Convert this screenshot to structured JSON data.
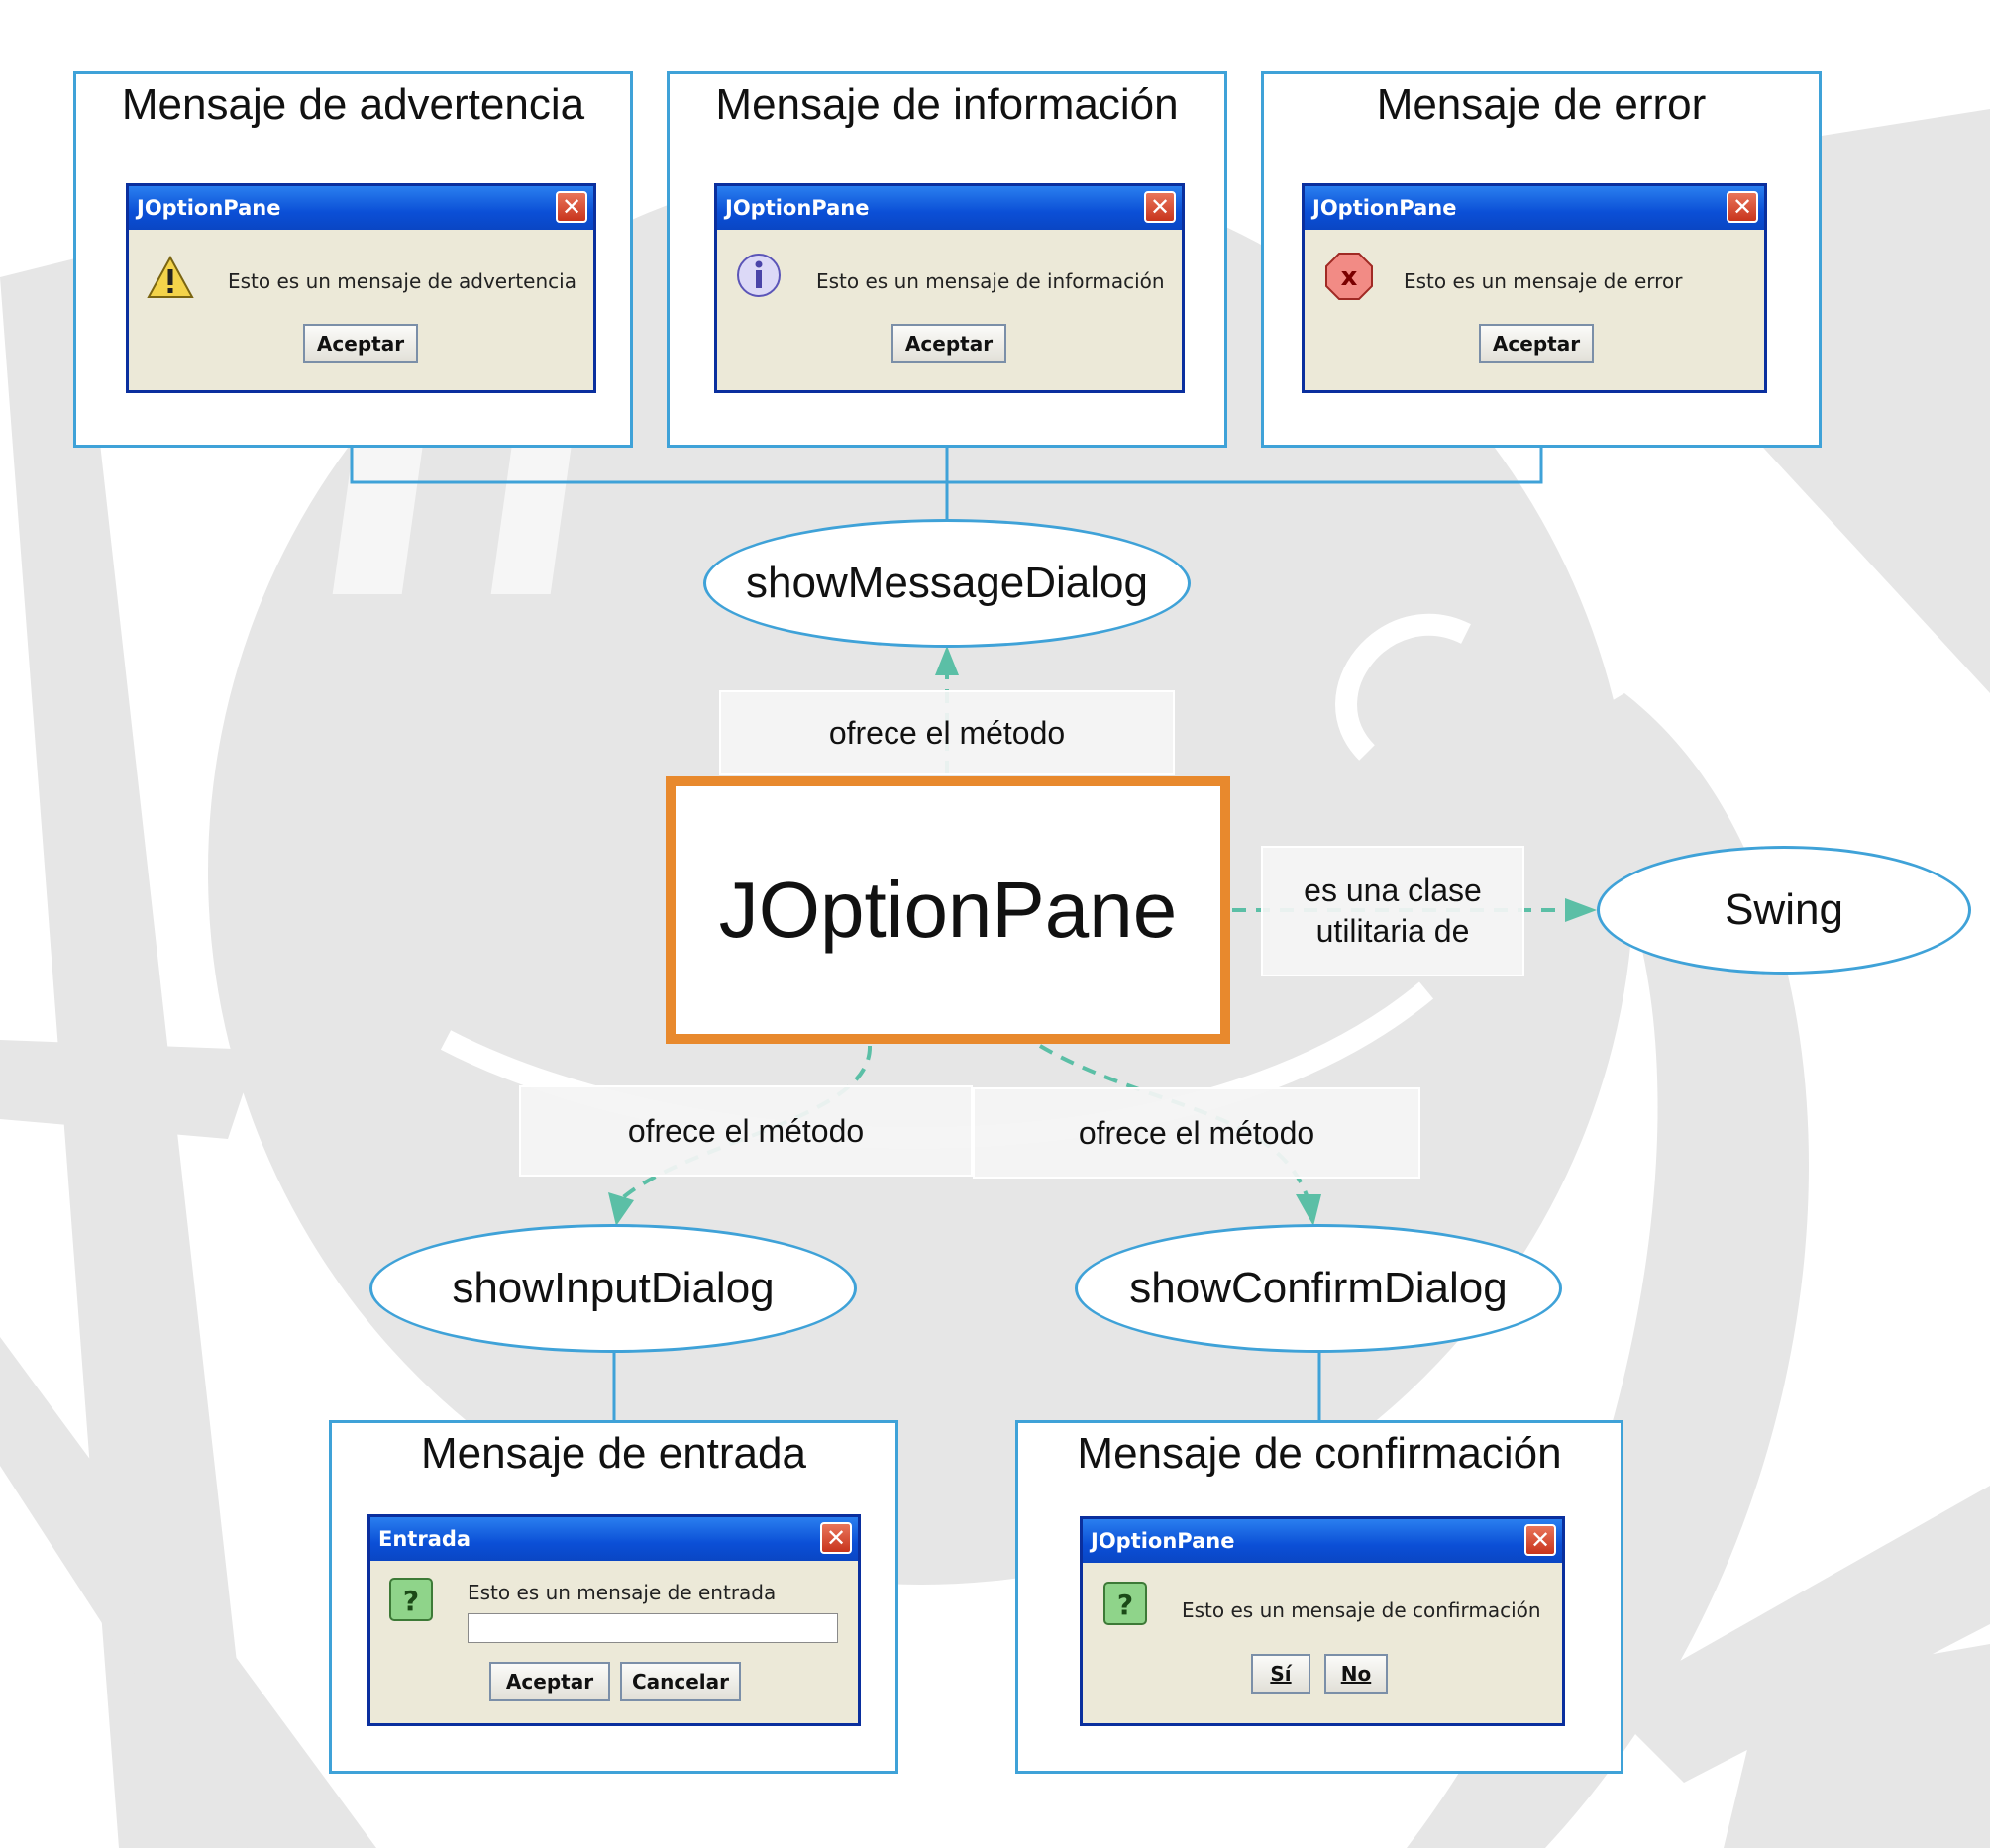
{
  "central": {
    "label": "JOptionPane"
  },
  "nodes": {
    "show_message": "showMessageDialog",
    "show_input": "showInputDialog",
    "show_confirm": "showConfirmDialog",
    "swing": "Swing"
  },
  "edges": {
    "top": "ofrece el método",
    "left": "ofrece el método",
    "right_bottom": "ofrece el método",
    "swing_line1": "es una clase",
    "swing_line2": "utilitaria de"
  },
  "boxes": {
    "warning": {
      "title": "Mensaje de advertencia",
      "dialog_title": "JOptionPane",
      "message": "Esto es un mensaje de advertencia",
      "button": "Aceptar",
      "icon": "warning-icon"
    },
    "information": {
      "title": "Mensaje de información",
      "dialog_title": "JOptionPane",
      "message": "Esto es un mensaje de información",
      "button": "Aceptar",
      "icon": "info-icon"
    },
    "error": {
      "title": "Mensaje de error",
      "dialog_title": "JOptionPane",
      "message": "Esto es un mensaje de error",
      "button": "Aceptar",
      "icon": "error-icon"
    },
    "input": {
      "title": "Mensaje de entrada",
      "dialog_title": "Entrada",
      "message": "Esto es un mensaje de entrada",
      "button_ok": "Aceptar",
      "button_cancel": "Cancelar",
      "icon": "question-icon"
    },
    "confirm": {
      "title": "Mensaje de confirmación",
      "dialog_title": "JOptionPane",
      "message": "Esto es un mensaje de confirmación",
      "button_yes": "Sí",
      "button_no": "No",
      "icon": "question-icon"
    }
  },
  "colors": {
    "box_border": "#3fa2d8",
    "central_border": "#e8892d",
    "arrow": "#5bbfa6",
    "watermark": "#e6e6e6"
  }
}
